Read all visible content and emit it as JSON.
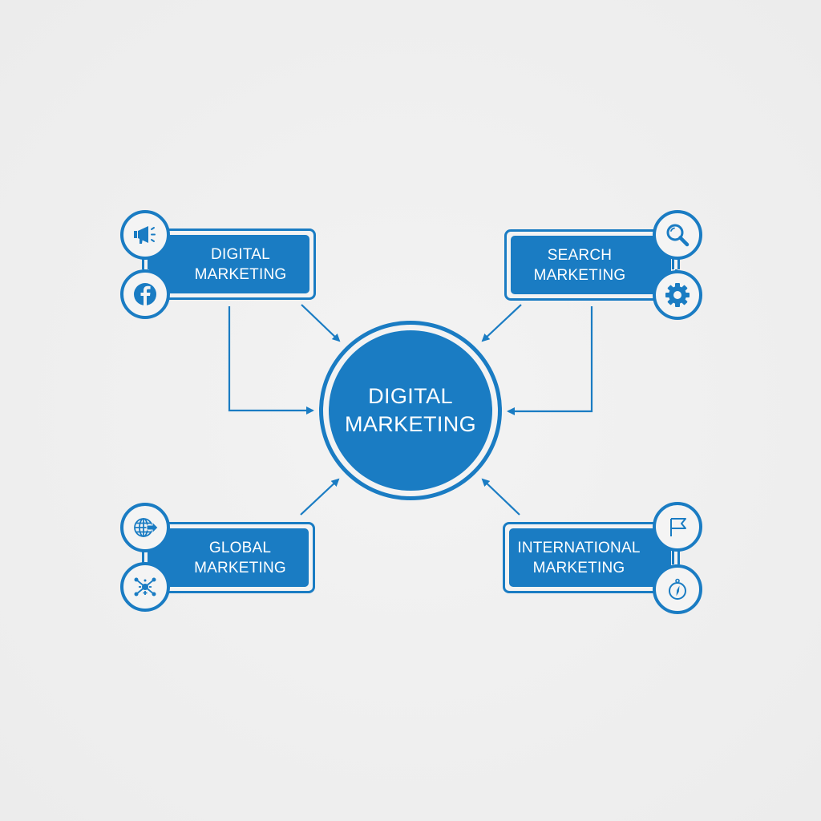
{
  "diagram": {
    "accent_color": "#1a7cc3",
    "background_color": "#efefef",
    "center": {
      "line1": "DIGITAL",
      "line2": "MARKETING"
    },
    "nodes": [
      {
        "id": "digital-marketing",
        "position": "top-left",
        "line1": "DIGITAL",
        "line2": "MARKETING",
        "icons": [
          "megaphone-icon",
          "facebook-icon"
        ]
      },
      {
        "id": "search-marketing",
        "position": "top-right",
        "line1": "SEARCH",
        "line2": "MARKETING",
        "icons": [
          "magnifier-icon",
          "gear-icon"
        ]
      },
      {
        "id": "global-marketing",
        "position": "bottom-left",
        "line1": "GLOBAL",
        "line2": "MARKETING",
        "icons": [
          "globe-arrow-icon",
          "network-icon"
        ]
      },
      {
        "id": "international-marketing",
        "position": "bottom-right",
        "line1": "INTERNATIONAL",
        "line2": "MARKETING",
        "icons": [
          "flag-icon",
          "compass-icon"
        ]
      }
    ],
    "connectors": [
      {
        "from": "digital-marketing",
        "to": "center",
        "style": "diagonal-arrow"
      },
      {
        "from": "digital-marketing",
        "to": "center",
        "style": "elbow-arrow"
      },
      {
        "from": "search-marketing",
        "to": "center",
        "style": "diagonal-arrow"
      },
      {
        "from": "search-marketing",
        "to": "center",
        "style": "elbow-arrow"
      },
      {
        "from": "global-marketing",
        "to": "center",
        "style": "diagonal-arrow"
      },
      {
        "from": "international-marketing",
        "to": "center",
        "style": "diagonal-arrow"
      }
    ]
  }
}
